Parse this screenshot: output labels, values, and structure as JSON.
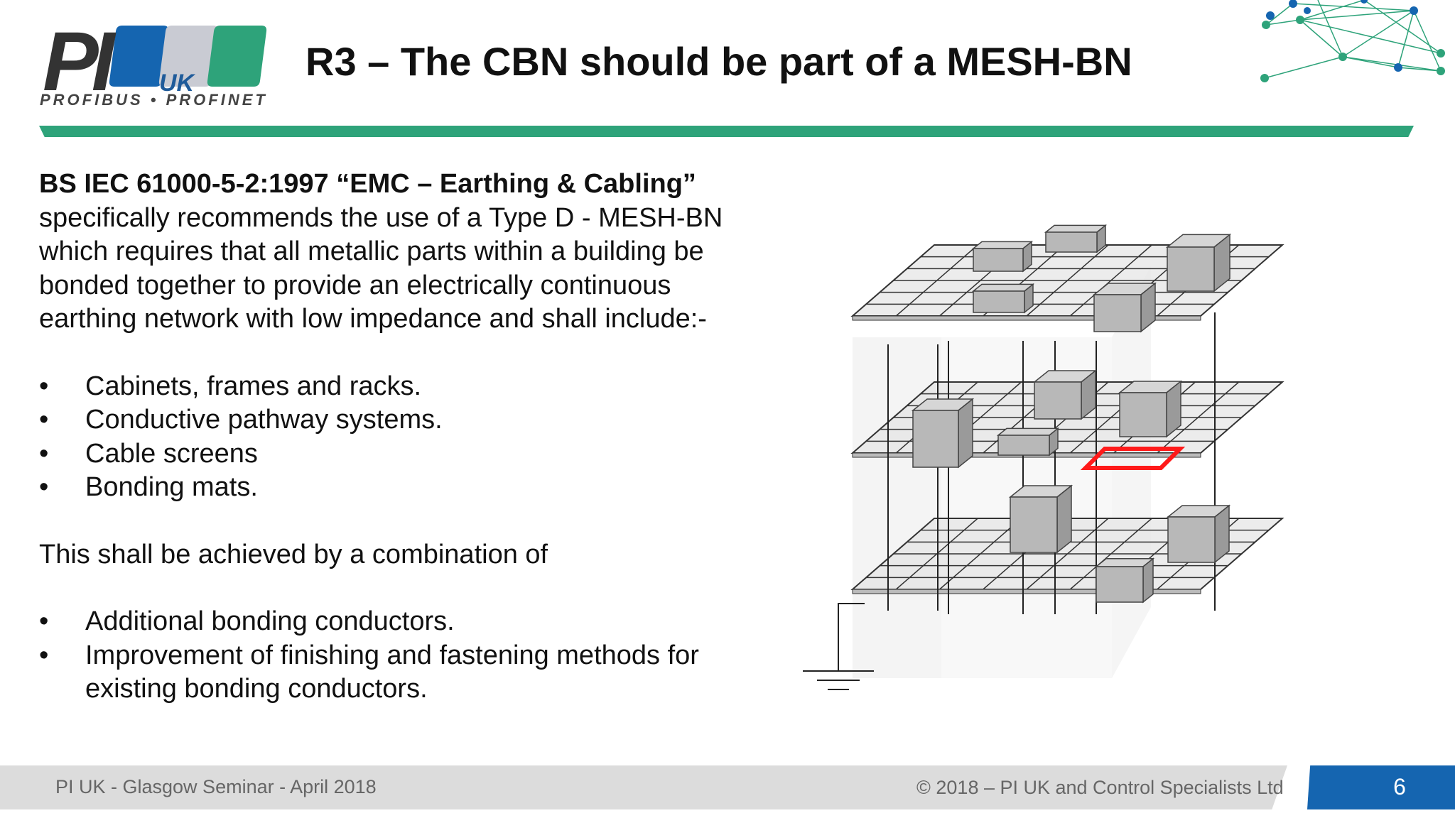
{
  "logo": {
    "main": "PI",
    "region": "UK",
    "tagline": "PROFIBUS • PROFINET"
  },
  "slide": {
    "title": "R3 – The CBN should be part of a MESH-BN"
  },
  "body": {
    "intro_bold": "BS IEC 61000-5-2:1997 “EMC – Earthing & Cabling”",
    "intro_rest": "specifically recommends the use of a Type D - MESH-BN which requires that all metallic parts within a building be bonded together to provide an electrically continuous earthing network with low impedance and shall include:-",
    "bullets1": [
      "Cabinets, frames and racks.",
      "Conductive pathway systems.",
      "Cable screens",
      "Bonding mats."
    ],
    "middle": "This shall be achieved by a combination of",
    "bullets2": [
      "Additional bonding conductors.",
      "Improvement of finishing and fastening methods for existing bonding conductors."
    ]
  },
  "footer": {
    "left": "PI UK - Glasgow Seminar - April 2018",
    "right": "© 2018 – PI UK and Control Specialists Ltd",
    "page": "6"
  },
  "colors": {
    "accent_green": "#2ea37a",
    "accent_blue": "#1565b0",
    "highlight_red": "#ff0000"
  },
  "icons": [
    "network-graphic",
    "ground-symbol-icon"
  ]
}
